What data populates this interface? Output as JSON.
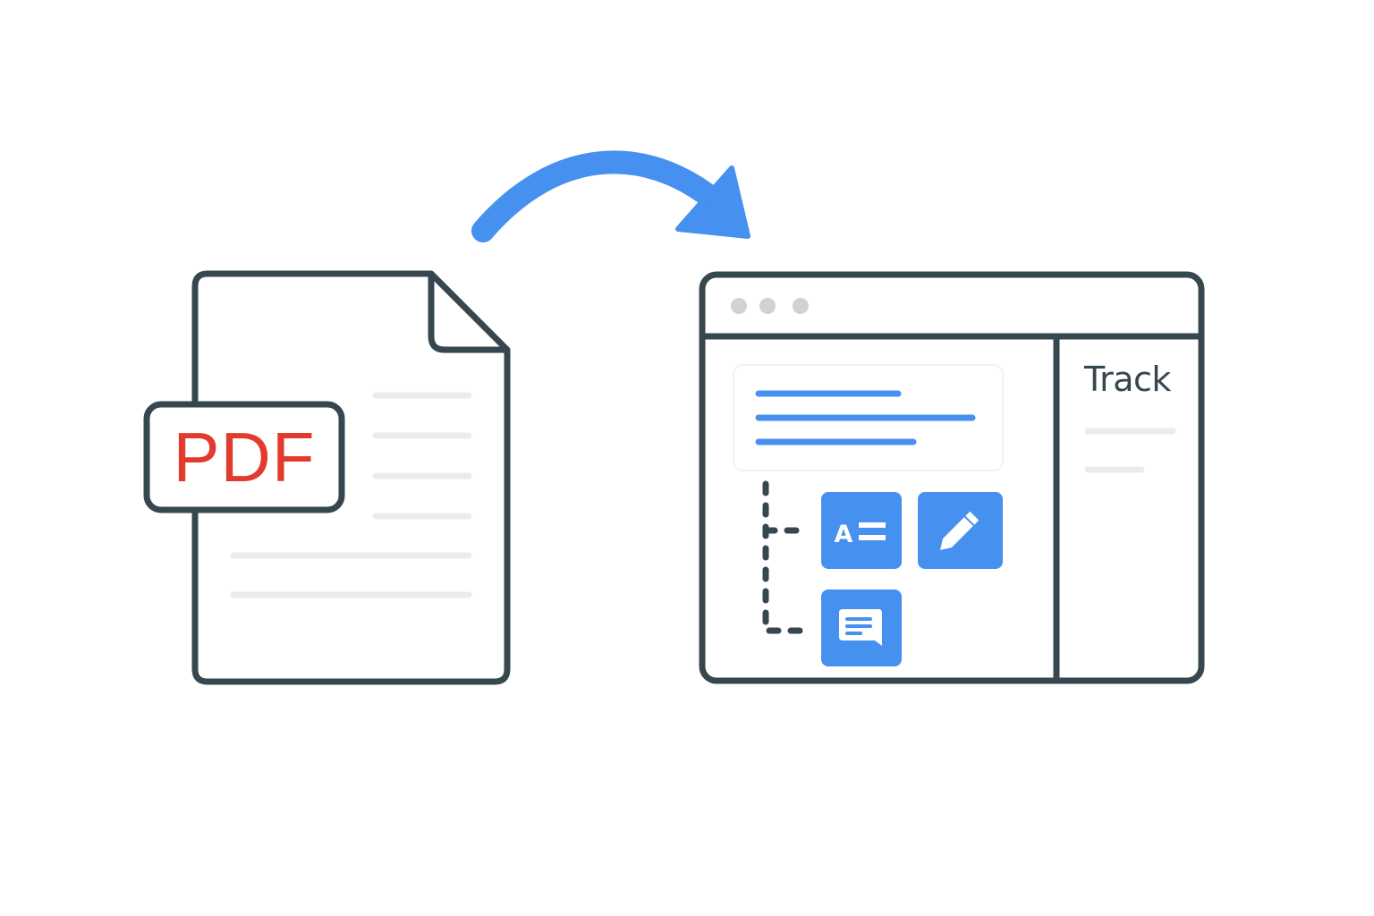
{
  "pdf_document": {
    "badge_label": "PDF",
    "badge_color": "#e23b2e"
  },
  "flow_arrow": {
    "icon": "curved-arrow-right-icon",
    "color": "#4690f0"
  },
  "app_window": {
    "window_controls": [
      "dot",
      "dot",
      "dot"
    ],
    "side_panel": {
      "title": "Track"
    },
    "tools": [
      {
        "icon": "text-fields-icon"
      },
      {
        "icon": "pencil-edit-icon"
      },
      {
        "icon": "comment-note-icon"
      }
    ]
  },
  "colors": {
    "outline": "#37474f",
    "accent": "#4690f0",
    "placeholder_line": "#ebebeb"
  }
}
